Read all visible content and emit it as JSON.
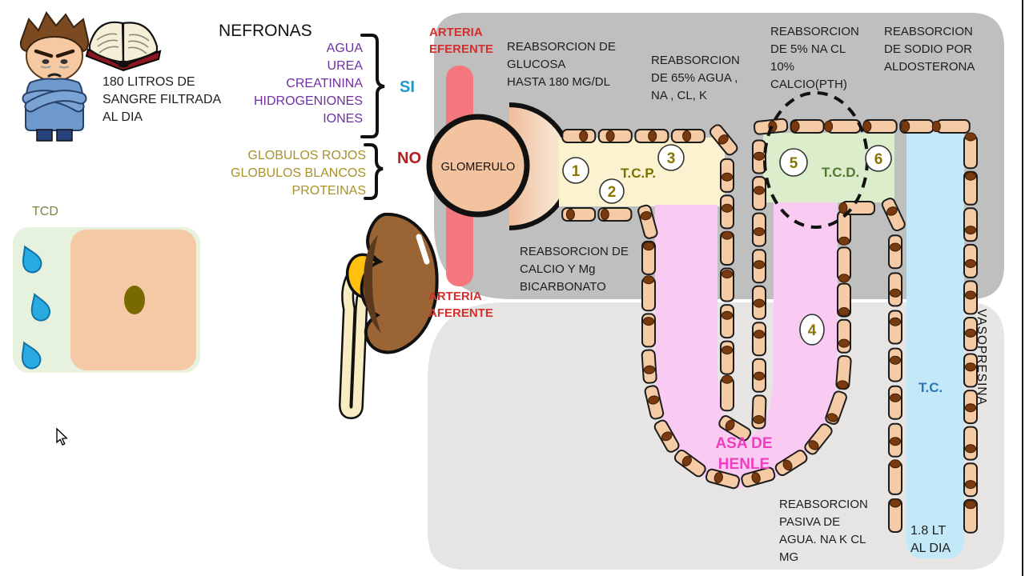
{
  "slide": {
    "left_panel": {
      "filtered_note_lines": [
        "180 LITROS DE",
        "SANGRE FILTRADA",
        "AL DIA"
      ],
      "tcd_box_label": "TCD"
    },
    "nefronas": {
      "title": "NEFRONAS",
      "filtered_items": [
        "AGUA",
        "UREA",
        "CREATININA",
        "HIDROGENIONES",
        "IONES"
      ],
      "yes_label": "SI",
      "not_filtered_items": [
        "GLOBULOS ROJOS",
        "GLOBULOS BLANCOS",
        "PROTEINAS"
      ],
      "no_label": "NO"
    },
    "diagram": {
      "arteria_eferente_lines": [
        "ARTERIA",
        "EFERENTE"
      ],
      "arteria_aferente_lines": [
        "ARTERIA",
        "AFERENTE"
      ],
      "glomerulus_label": "GLOMERULO",
      "tcp_label": "T.C.P.",
      "tcd_label": "T.C.D.",
      "tc_label": "T.C.",
      "asa_lines": [
        "ASA DE",
        "HENLE"
      ],
      "vasopresina_label": "VASOPRESINA",
      "output_lines": [
        "1.8 LT",
        "AL DIA"
      ],
      "step_numbers": [
        "1",
        "2",
        "3",
        "4",
        "5",
        "6"
      ],
      "notes": {
        "glucosa": [
          "REABSORCION DE",
          "GLUCOSA",
          "HASTA 180 MG/DL"
        ],
        "agua65": [
          "REABSORCION",
          "DE 65% AGUA  ,",
          "NA , CL, K"
        ],
        "nacl5": [
          "REABSORCION",
          "DE 5% NA CL",
          "10%",
          "CALCIO(PTH)"
        ],
        "aldosterona": [
          "REABSORCION",
          "DE SODIO POR",
          "ALDOSTERONA"
        ],
        "calcio": [
          "REABSORCION DE",
          "CALCIO Y  Mg",
          "BICARBONATO"
        ],
        "pasiva": [
          "REABSORCION",
          "PASIVA DE",
          "AGUA. NA K  CL",
          "MG"
        ]
      }
    },
    "colors": {
      "dark_gray_bg": "#BFBFBF",
      "light_gray_bg": "#E6E5E4",
      "artery_red": "#F5777E",
      "tcp_lumen": "#FBF3CF",
      "tcd_lumen": "#DCEDCB",
      "tc_lumen": "#C3E9F8",
      "loop_lumen": "#FACBF2",
      "cell_fill": "#F5CBA6",
      "cell_nucleus": "#7A3A10",
      "glomerulus_fill": "#F2C39E",
      "red_text": "#D32F2F",
      "purple_text": "#7030A0",
      "olive_text": "#A9922B",
      "teal_text": "#1E98C8",
      "magenta_text": "#ED3FC0"
    }
  }
}
